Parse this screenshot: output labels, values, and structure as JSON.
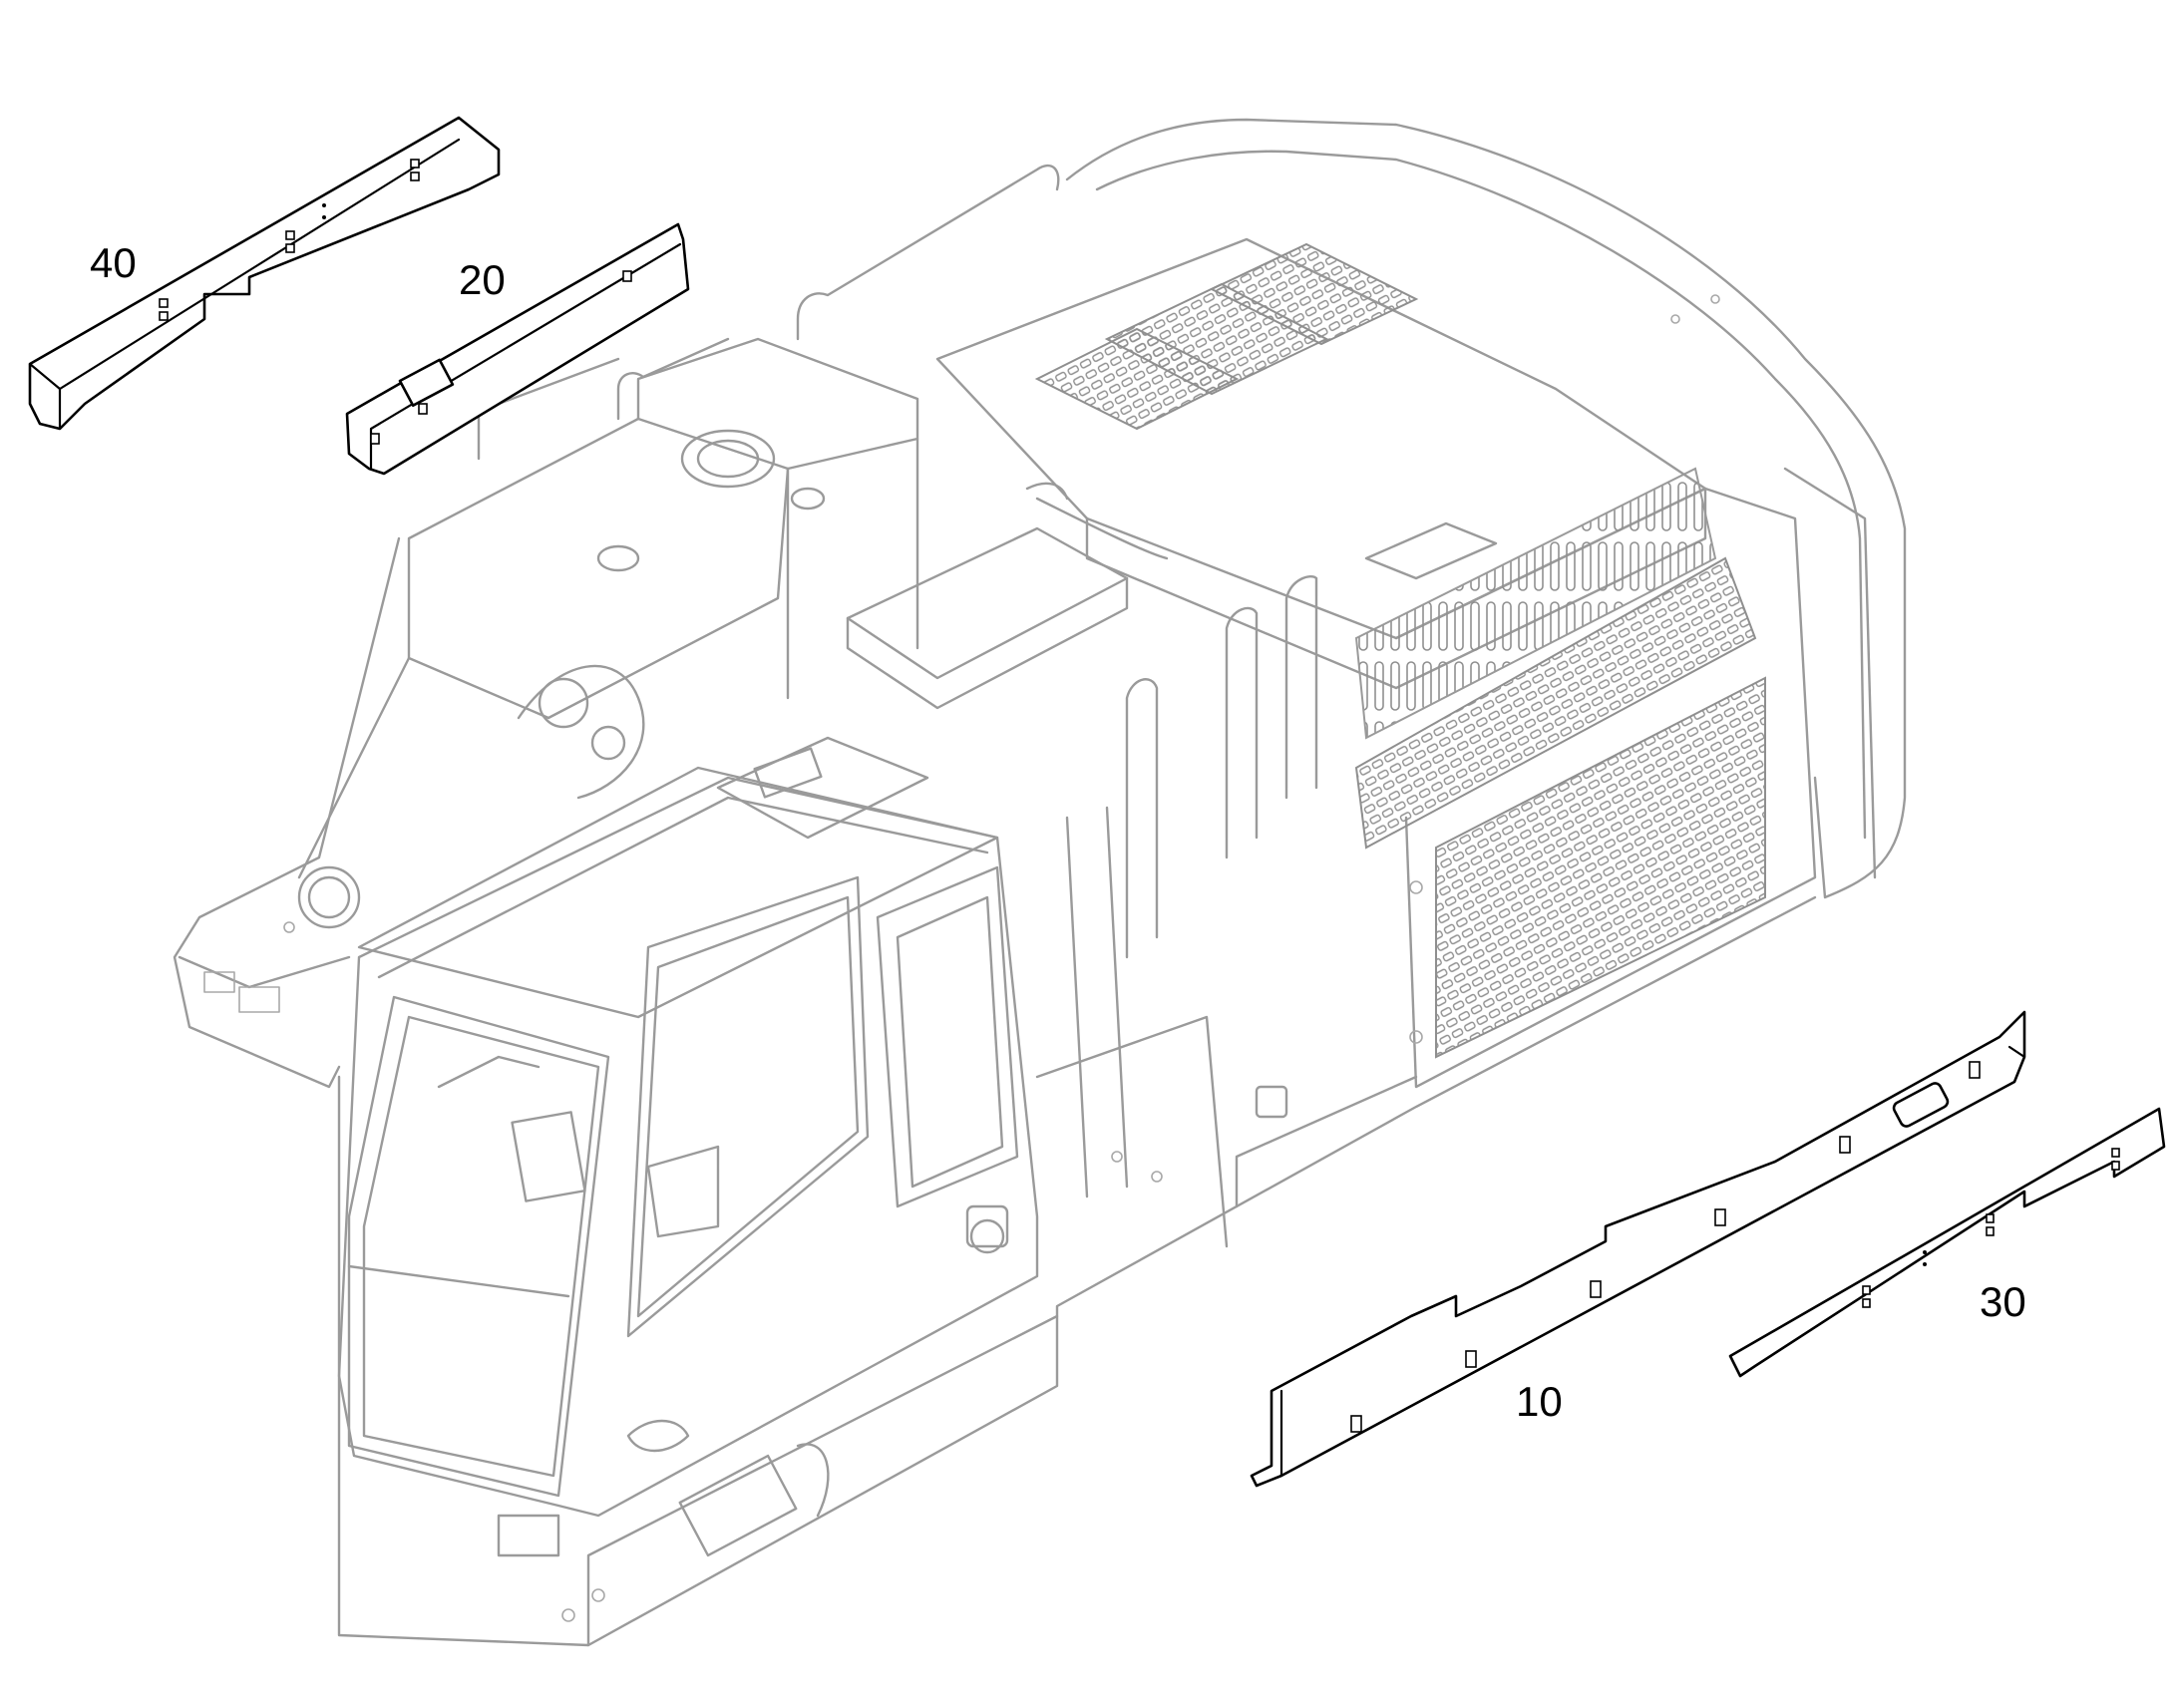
{
  "figure": {
    "callouts": [
      {
        "id": "part-40",
        "label": "40"
      },
      {
        "id": "part-20",
        "label": "20"
      },
      {
        "id": "part-10",
        "label": "10"
      },
      {
        "id": "part-30",
        "label": "30"
      }
    ]
  },
  "colors": {
    "background": "#ffffff",
    "highlighted_parts": "#000000",
    "context_machine": "#9a9a9a"
  }
}
